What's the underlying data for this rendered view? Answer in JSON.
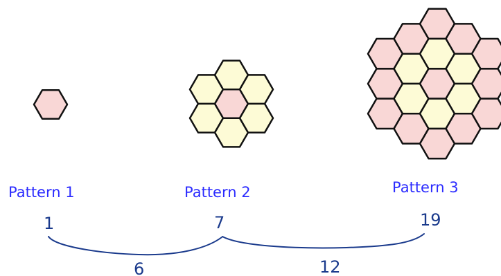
{
  "colors": {
    "hex_pink": "#f9d7d6",
    "hex_yellow": "#fdfbd6",
    "hex_stroke": "#111111",
    "label_blue": "#2b2bff",
    "ink": "#1a3a8c"
  },
  "patterns": [
    {
      "label": "Pattern 1",
      "count": "1",
      "tiles": 1
    },
    {
      "label": "Pattern 2",
      "count": "7",
      "tiles": 7
    },
    {
      "label": "Pattern 3",
      "count": "19",
      "tiles": 19
    }
  ],
  "differences": [
    {
      "value": "6"
    },
    {
      "value": "12"
    }
  ]
}
